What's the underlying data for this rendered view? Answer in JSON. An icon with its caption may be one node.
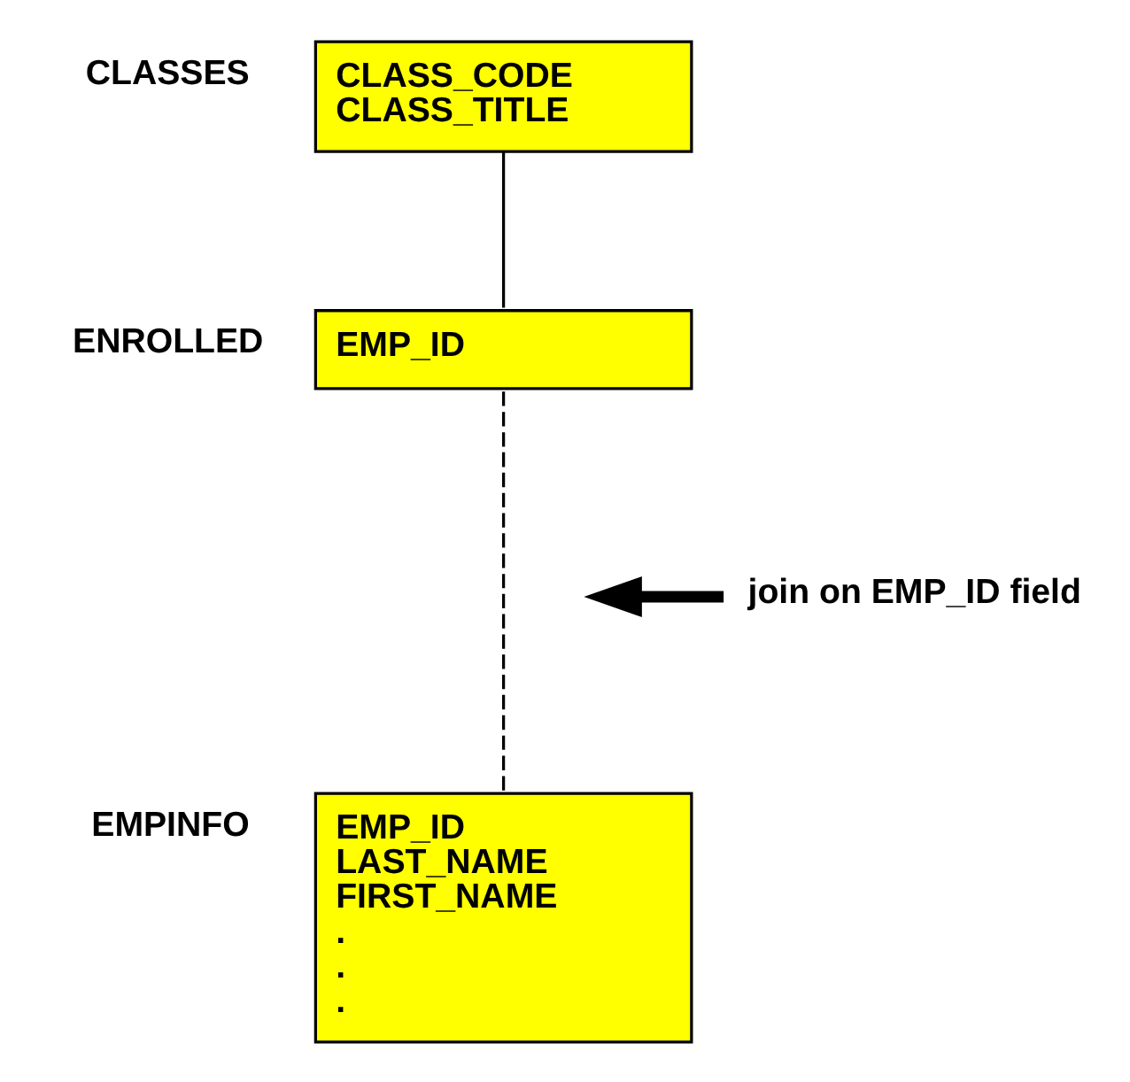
{
  "diagram": {
    "nodes": [
      {
        "text": [
          "CLASSES",
          "CLASS_CODE",
          "CLASS_TITLE"
        ]
      },
      {
        "text": [
          "ENROLLED",
          "EMP_ID"
        ]
      },
      {
        "text": [
          "EMPINFO",
          "EMP_ID",
          "LAST_NAME",
          "FIRST_NAME",
          ".",
          ".",
          "."
        ]
      },
      {
        "text": [
          "join on EMP_ID field"
        ]
      }
    ],
    "edges": [
      {
        "from": 0,
        "to": 1,
        "arrow": "none"
      },
      {
        "from": 1,
        "to": 2,
        "arrow": "none",
        "style": "dashed"
      },
      {
        "from": 3,
        "to": null,
        "arrow": "to",
        "style": "thick"
      }
    ]
  }
}
